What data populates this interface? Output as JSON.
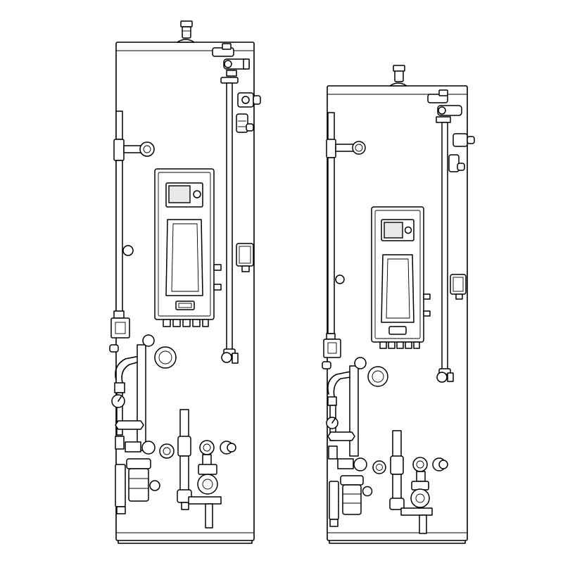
{
  "colors": {
    "line": "#000000",
    "background": "#ffffff",
    "screen": "#e8e8e8"
  },
  "figure": {
    "cylinders": [
      {
        "id": "large",
        "components": [
          "top-vent-valve",
          "expansion-relief-valve-group",
          "temperature-relief-valve",
          "controller-panel",
          "display-screen",
          "immersion-boss",
          "pressure-gauge",
          "motorised-valve",
          "circulating-pump",
          "magnetic-filter",
          "pipework"
        ]
      },
      {
        "id": "small",
        "components": [
          "top-vent-valve",
          "expansion-relief-valve-group",
          "temperature-relief-valve",
          "controller-panel",
          "display-screen",
          "immersion-boss",
          "pressure-gauge",
          "motorised-valve",
          "circulating-pump",
          "magnetic-filter",
          "pipework"
        ]
      }
    ]
  }
}
